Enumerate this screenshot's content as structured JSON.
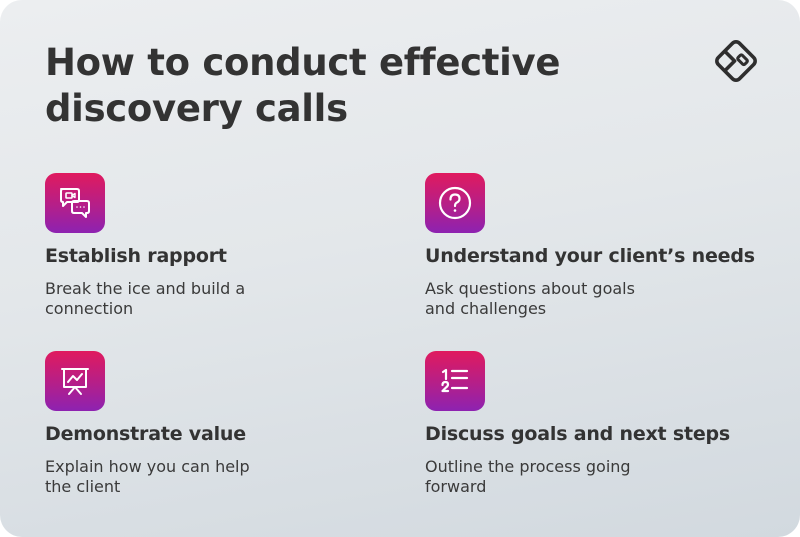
{
  "header": {
    "title": "How to conduct effective discovery calls",
    "logo_icon": "diamond-logo-icon"
  },
  "colors": {
    "icon_gradient_top": "#e01a5e",
    "icon_gradient_bottom": "#8d22b1",
    "text": "#333333",
    "background_top": "#eceef0",
    "background_bottom": "#d2d9df"
  },
  "steps": [
    {
      "icon": "chat-video-bubbles-icon",
      "title": "Establish rapport",
      "description": "Break the ice and build a connection"
    },
    {
      "icon": "question-circle-icon",
      "title": "Understand your client’s needs",
      "description": "Ask questions about goals and challenges"
    },
    {
      "icon": "presentation-chart-icon",
      "title": "Demonstrate value",
      "description": "Explain how you can help the client"
    },
    {
      "icon": "numbered-list-icon",
      "title": "Discuss goals and next steps",
      "description": "Outline the process going forward"
    }
  ]
}
